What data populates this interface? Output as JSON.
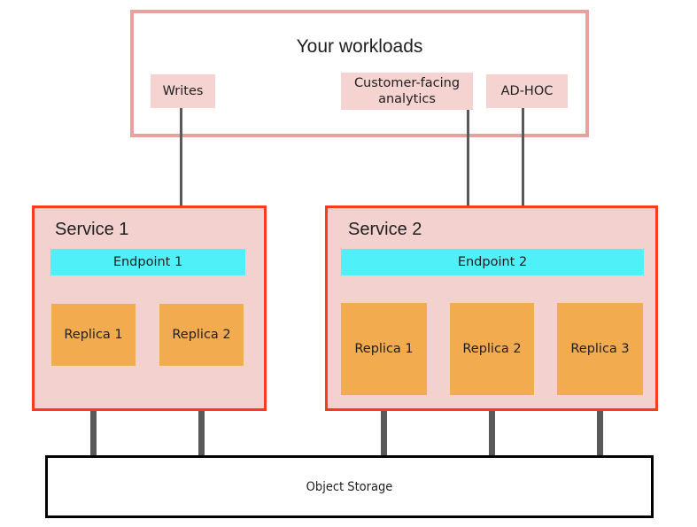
{
  "workloads": {
    "title": "Your workloads",
    "chips": [
      {
        "label": "Writes"
      },
      {
        "label": "Customer-facing analytics"
      },
      {
        "label": "AD-HOC"
      }
    ]
  },
  "services": [
    {
      "name": "Service 1",
      "endpoint": "Endpoint 1",
      "replicas": [
        {
          "label": "Replica 1"
        },
        {
          "label": "Replica 2"
        }
      ]
    },
    {
      "name": "Service 2",
      "endpoint": "Endpoint 2",
      "replicas": [
        {
          "label": "Replica 1"
        },
        {
          "label": "Replica 2"
        },
        {
          "label": "Replica 3"
        }
      ]
    }
  ],
  "storage": {
    "label": "Object Storage"
  },
  "colors": {
    "workload_border": "#e8a29d",
    "chip_fill": "#f4d3d0",
    "service_border": "#fa3b1d",
    "service_fill": "#f2d1cf",
    "endpoint_fill": "#4ff0f7",
    "replica_fill": "#f2ab4f",
    "connector": "#595959",
    "storage_border": "#000000",
    "text": "#1f1f1f"
  }
}
